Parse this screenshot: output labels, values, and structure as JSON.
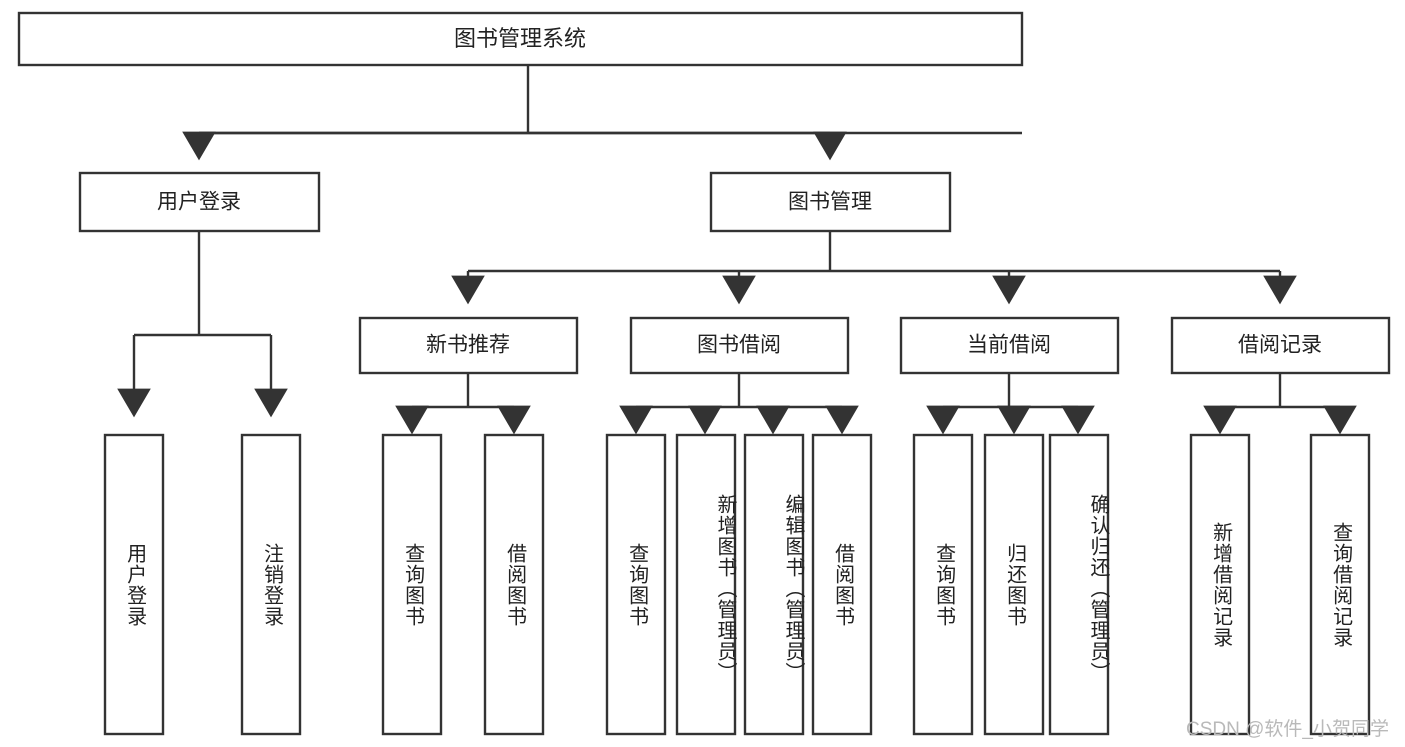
{
  "diagram": {
    "title": "图书管理系统",
    "type": "tree-hierarchy",
    "watermark": "CSDN @软件_小贺同学",
    "colors": {
      "stroke": "#333333",
      "node_fill": "#ffffff",
      "text": "#222222",
      "watermark": "#b9b9b9",
      "background": "#ffffff"
    },
    "root": {
      "label": "图书管理系统"
    },
    "level2": [
      {
        "id": "user-login",
        "label": "用户登录"
      },
      {
        "id": "book-manage",
        "label": "图书管理"
      }
    ],
    "level3": [
      {
        "id": "new-book-recommend",
        "label": "新书推荐",
        "parent": "book-manage"
      },
      {
        "id": "book-borrow",
        "label": "图书借阅",
        "parent": "book-manage"
      },
      {
        "id": "current-borrow",
        "label": "当前借阅",
        "parent": "book-manage"
      },
      {
        "id": "borrow-record",
        "label": "借阅记录",
        "parent": "book-manage"
      }
    ],
    "leaves": [
      {
        "id": "leaf-user-login",
        "label": "用户登录",
        "parent": "user-login",
        "tall": false
      },
      {
        "id": "leaf-user-logout",
        "label": "注销登录",
        "parent": "user-login",
        "tall": false
      },
      {
        "id": "leaf-query-book-1",
        "label": "查询图书",
        "parent": "new-book-recommend",
        "tall": false
      },
      {
        "id": "leaf-borrow-book-1",
        "label": "借阅图书",
        "parent": "new-book-recommend",
        "tall": false
      },
      {
        "id": "leaf-query-book-2",
        "label": "查询图书",
        "parent": "book-borrow",
        "tall": false
      },
      {
        "id": "leaf-add-book",
        "label": "新增图书（管理员）",
        "parent": "book-borrow",
        "tall": true
      },
      {
        "id": "leaf-edit-book",
        "label": "编辑图书（管理员）",
        "parent": "book-borrow",
        "tall": true
      },
      {
        "id": "leaf-borrow-book-2",
        "label": "借阅图书",
        "parent": "book-borrow",
        "tall": false
      },
      {
        "id": "leaf-query-book-3",
        "label": "查询图书",
        "parent": "current-borrow",
        "tall": false
      },
      {
        "id": "leaf-return-book",
        "label": "归还图书",
        "parent": "current-borrow",
        "tall": false
      },
      {
        "id": "leaf-confirm-return",
        "label": "确认归还（管理员）",
        "parent": "current-borrow",
        "tall": true
      },
      {
        "id": "leaf-add-record",
        "label": "新增借阅记录",
        "parent": "borrow-record",
        "tall": false
      },
      {
        "id": "leaf-query-record",
        "label": "查询借阅记录",
        "parent": "borrow-record",
        "tall": false
      }
    ]
  }
}
